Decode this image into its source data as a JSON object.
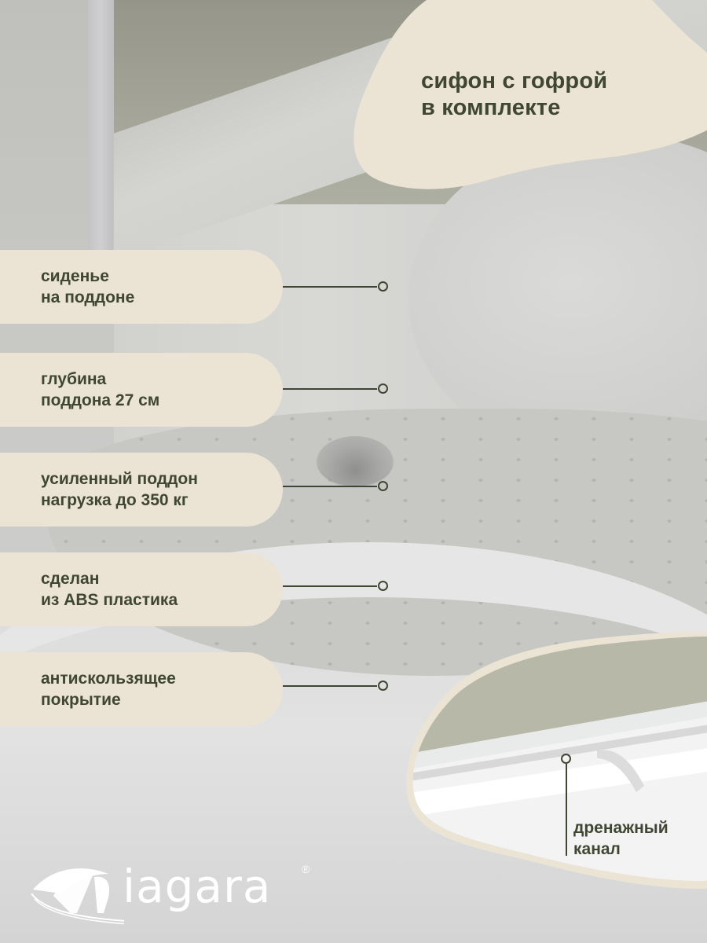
{
  "colors": {
    "accent_text": "#3f4632",
    "pill_bg": "#ebe4d5",
    "wall": "#a4a598",
    "logo": "#ffffff"
  },
  "header_blob": {
    "title_line1": "сифон с гофрой",
    "title_line2": "в комплекте"
  },
  "features": [
    {
      "line1": "сиденье",
      "line2": "на поддоне"
    },
    {
      "line1": "глубина",
      "line2": "поддона 27 см"
    },
    {
      "line1": "усиленный поддон",
      "line2": "нагрузка до 350 кг"
    },
    {
      "line1": "сделан",
      "line2": "из ABS пластика"
    },
    {
      "line1": "антискользящее",
      "line2": "покрытие"
    }
  ],
  "inset": {
    "label_line1": "дренажный",
    "label_line2": "канал"
  },
  "logo": {
    "brand": "iagara",
    "registered": "®",
    "icon": "waterfall-logo-icon"
  }
}
